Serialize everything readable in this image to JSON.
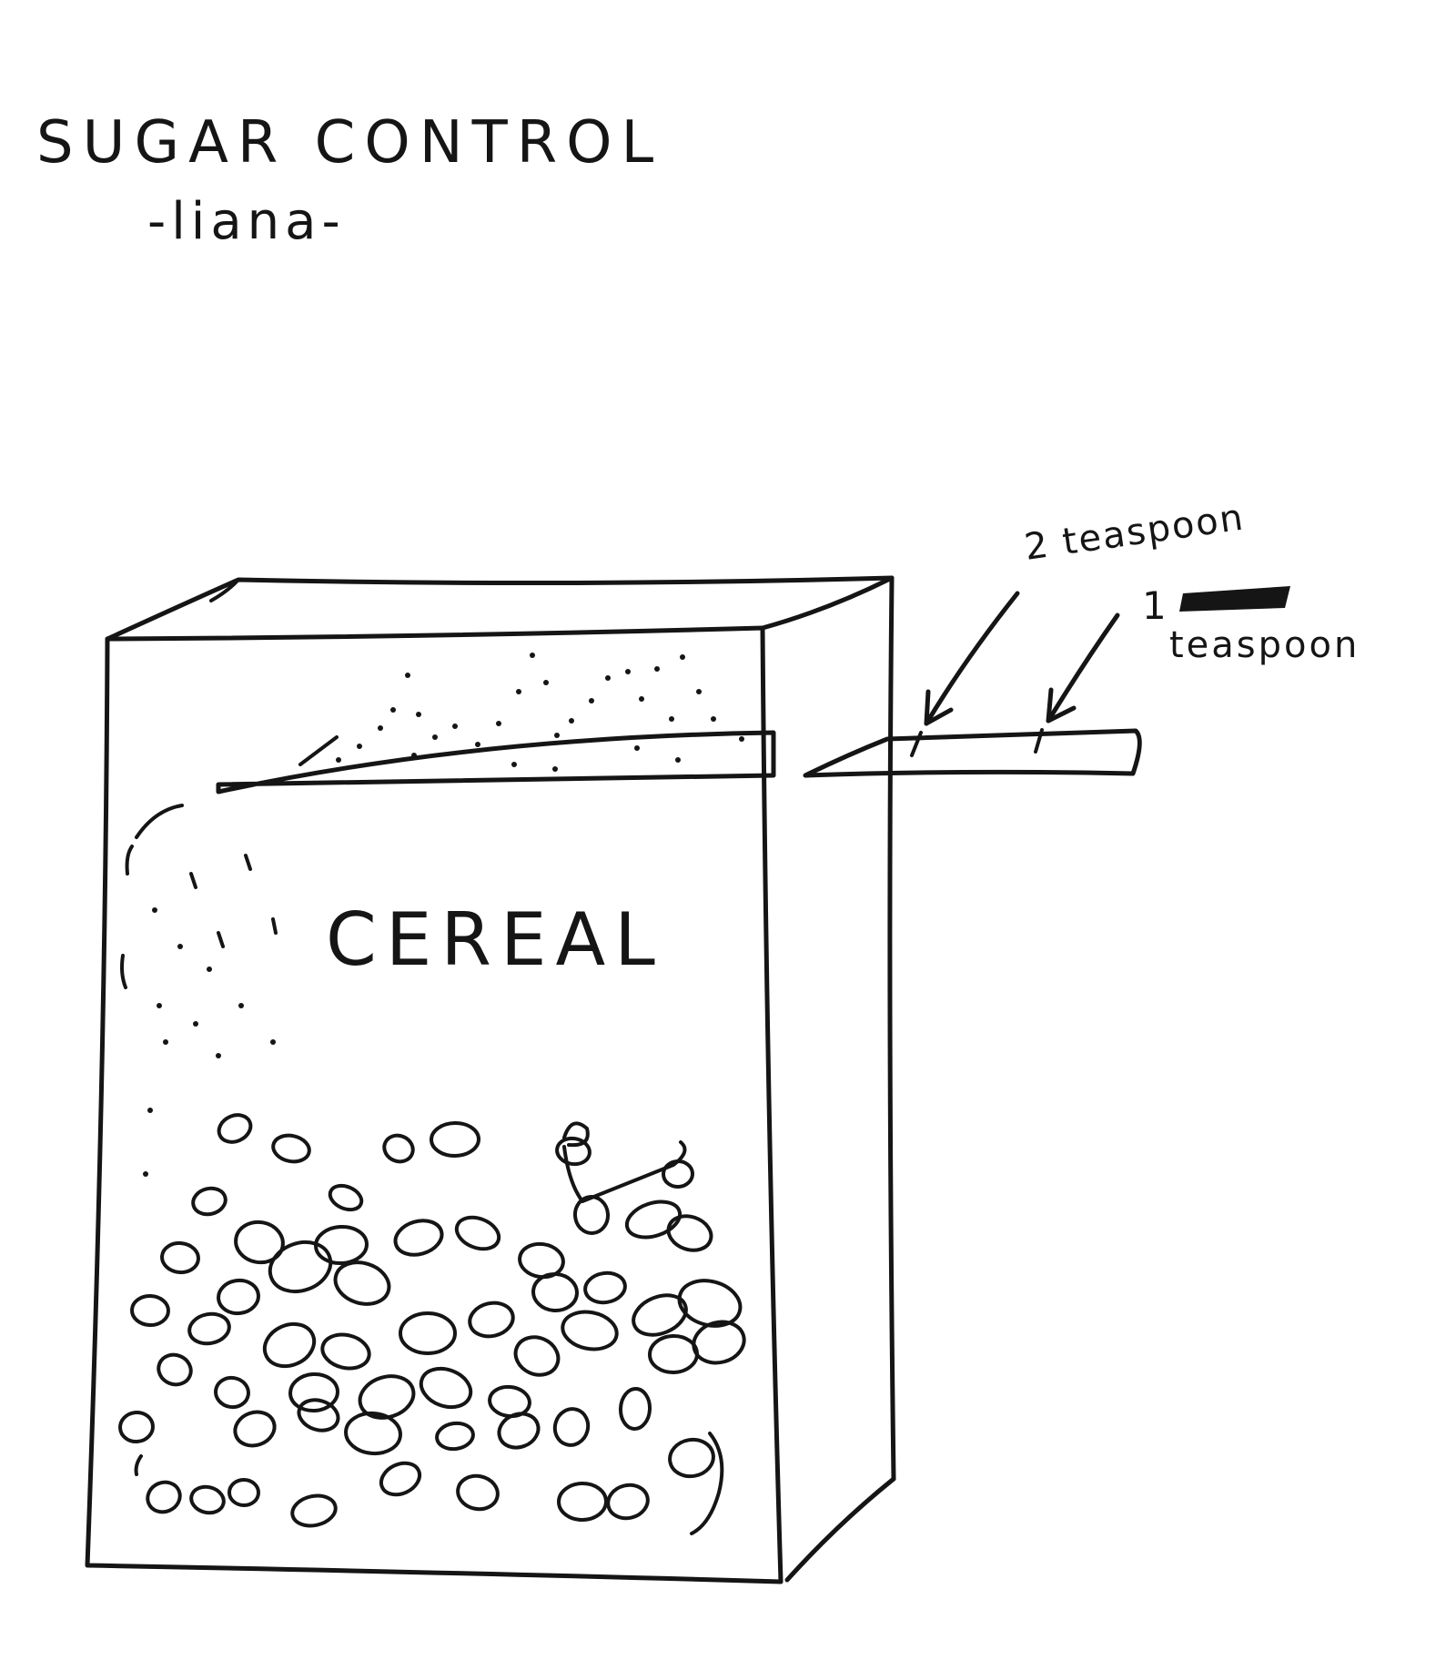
{
  "title": "SUGAR CONTROL",
  "author": "-liana-",
  "box_label": "CEREAL",
  "marks": {
    "two_teaspoon": "2 teaspoon",
    "one_teaspoon_number": "1",
    "one_teaspoon_word": "teaspoon"
  },
  "colors": {
    "ink": "#151515",
    "paper": "#ffffff"
  }
}
